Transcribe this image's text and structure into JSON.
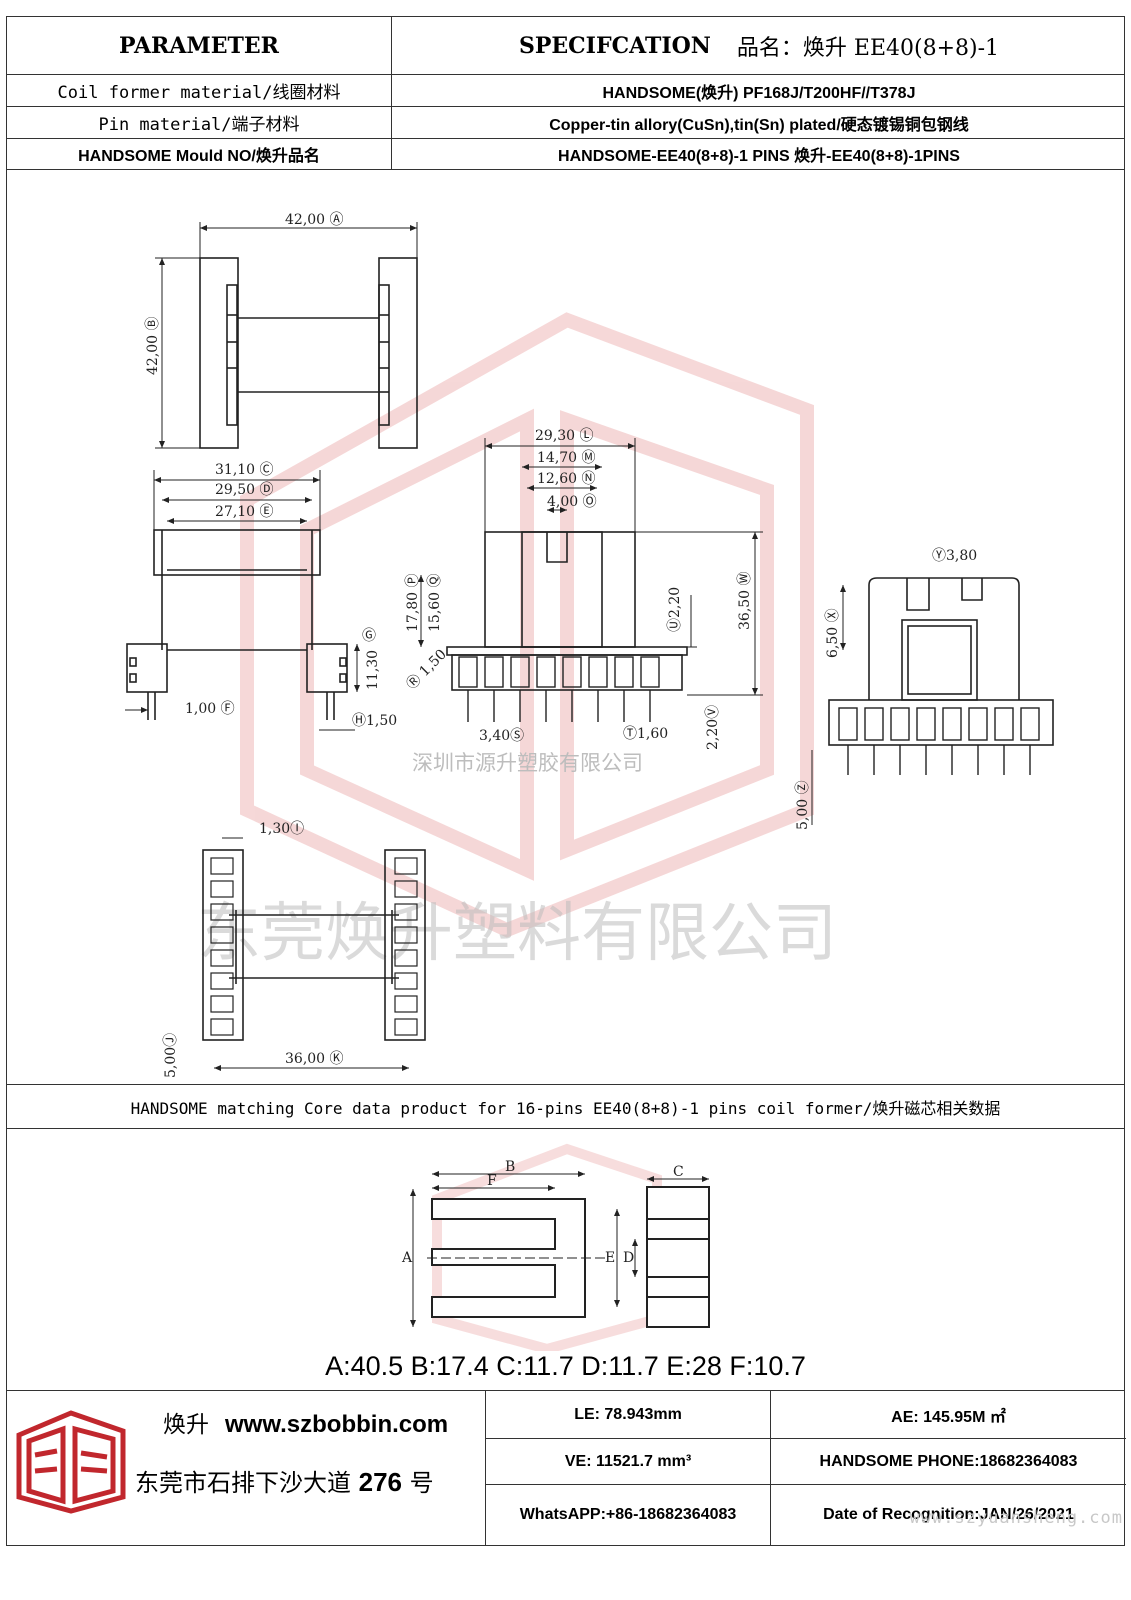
{
  "header": {
    "parameter": "PARAMETER",
    "specification": "SPECIFCATION",
    "product_name": "品名：焕升 EE40(8+8)-1"
  },
  "rows": [
    {
      "label": "Coil former material/线圈材料",
      "value": "HANDSOME(焕升)   PF168J/T200HF//T378J"
    },
    {
      "label": "Pin material/端子材料",
      "value": "Copper-tin allory(CuSn),tin(Sn) plated/硬态镀锡铜包钢线"
    },
    {
      "label": "HANDSOME Mould NO/焕升品名",
      "value": "HANDSOME-EE40(8+8)-1 PINS    焕升-EE40(8+8)-1PINS"
    }
  ],
  "dimensions": {
    "A": "42,00",
    "B": "42,00",
    "C": "31,10",
    "D": "29,50",
    "E": "27,10",
    "F": "1,00",
    "G": "11,30",
    "H": "1,50",
    "I": "1,30",
    "J": "5,00",
    "K": "36,00",
    "L": "29,30",
    "M": "14,70",
    "N": "12,60",
    "O": "4,00",
    "P": "17,80",
    "Q": "15,60",
    "R": "1,50",
    "S": "3,40",
    "T": "1,60",
    "U": "2,20",
    "V": "2,20",
    "W": "36,50",
    "X": "6,50",
    "Y": "3,80",
    "Z": "5,00"
  },
  "drawing_watermarks": {
    "small": "深圳市源升塑胶有限公司",
    "large": "东莞焕升塑料有限公司"
  },
  "matching_core_title": "HANDSOME matching Core data  product for 16-pins EE40(8+8)-1 pins coil former/焕升磁芯相关数据",
  "core_labels": {
    "A": "A",
    "B": "B",
    "C": "C",
    "D": "D",
    "E": "E",
    "F": "F"
  },
  "core_values": "A:40.5 B:17.4 C:11.7 D:11.7 E:28 F:10.7",
  "footer": {
    "brand_cn": "焕升",
    "website": "www.szbobbin.com",
    "address_prefix": "东莞市石排下沙大道",
    "address_number": "276",
    "address_suffix": "号",
    "le": "LE: 78.943mm",
    "ae": "AE: 145.95M ㎡",
    "ve": "VE: 11521.7 mm³",
    "phone": "HANDSOME PHONE:18682364083",
    "whatsapp": "WhatsAPP:+86-18682364083",
    "date": "Date of Recognition:JAN/26/2021"
  },
  "site_watermark": "www.szyuansheng.com",
  "colors": {
    "watermark_red": "#e6a9a9",
    "line": "#333333"
  }
}
